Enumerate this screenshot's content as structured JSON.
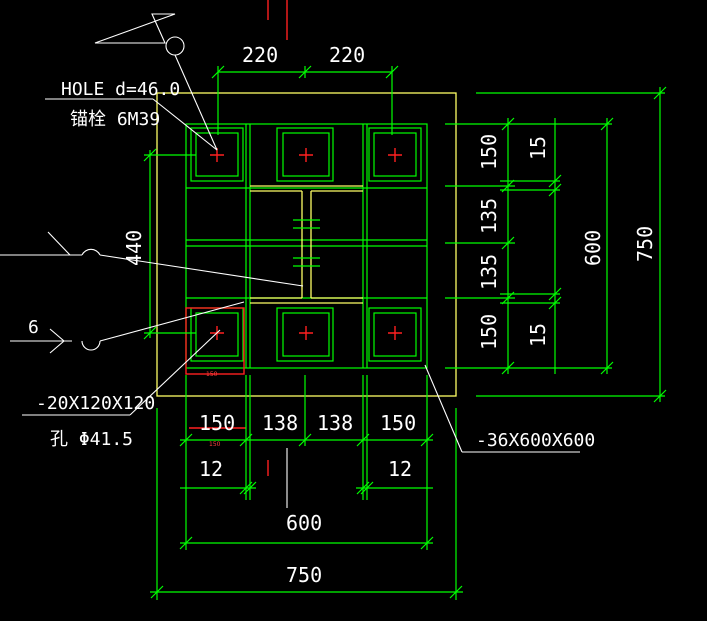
{
  "labels": {
    "hole": "HOLE d=46.0",
    "bolt": "锚栓 6M39",
    "washer_plate": "-20X120X120",
    "washer_hole": "孔 Φ41.5",
    "base_plate": "-36X600X600",
    "weld_size": "6",
    "small_tag_a": "150",
    "small_tag_b": "150"
  },
  "dims": {
    "top_left": "220",
    "top_right": "220",
    "left_vertical": "440",
    "right_150_top": "150",
    "right_135_top": "135",
    "right_135_bottom": "135",
    "right_150_bottom": "150",
    "right_15_top": "15",
    "right_15_bottom": "15",
    "right_600": "600",
    "right_750": "750",
    "bottom_150_left": "150",
    "bottom_138_left": "138",
    "bottom_138_right": "138",
    "bottom_150_right": "150",
    "bottom_12_left": "12",
    "bottom_12_right": "12",
    "bottom_600": "600",
    "bottom_750": "750"
  },
  "colors": {
    "background": "#000000",
    "geometry": "#00ff00",
    "outline": "#ffff66",
    "text": "#ffffff",
    "marker": "#ff2020"
  }
}
